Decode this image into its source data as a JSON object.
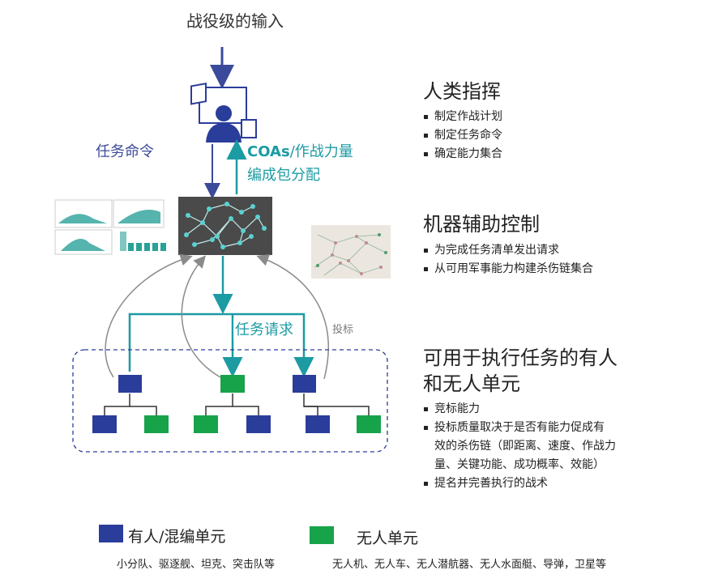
{
  "top_input": "战役级的输入",
  "left_arrow_label": "任务命令",
  "right_arrow_label": {
    "bold": "COAs",
    "rest": "/作战力量",
    "line2": "编成包分配"
  },
  "task_request": "任务请求",
  "bid": "投标",
  "sections": {
    "human": {
      "title": "人类指挥",
      "bullets": [
        "制定作战计划",
        "制定任务命令",
        "确定能力集合"
      ]
    },
    "machine": {
      "title": "机器辅助控制",
      "bullets": [
        "为完成任务清单发出请求",
        "从可用军事能力构建杀伤链集合"
      ]
    },
    "units": {
      "title_line1": "可用于执行任务的有人",
      "title_line2": "和无人单元",
      "bullets": [
        "竞标能力",
        "投标质量取决于是否有能力促成有",
        "效的杀伤链（即距离、速度、作战力",
        "量、关键功能、成功概率、效能）",
        "提名并完善执行的战术"
      ]
    }
  },
  "legend": {
    "manned": {
      "label": "有人/混编单元",
      "desc": "小分队、驱逐舰、坦克、突击队等",
      "color": "#2b3d9a"
    },
    "unmanned": {
      "label": "无人单元",
      "desc": "无人机、无人车、无人潜航器、无人水面艇、导弹，卫星等",
      "color": "#17a34a"
    }
  },
  "colors": {
    "teal": "#1c9ba3",
    "navy": "#3b4a9a",
    "gray": "#8a8a8a"
  }
}
